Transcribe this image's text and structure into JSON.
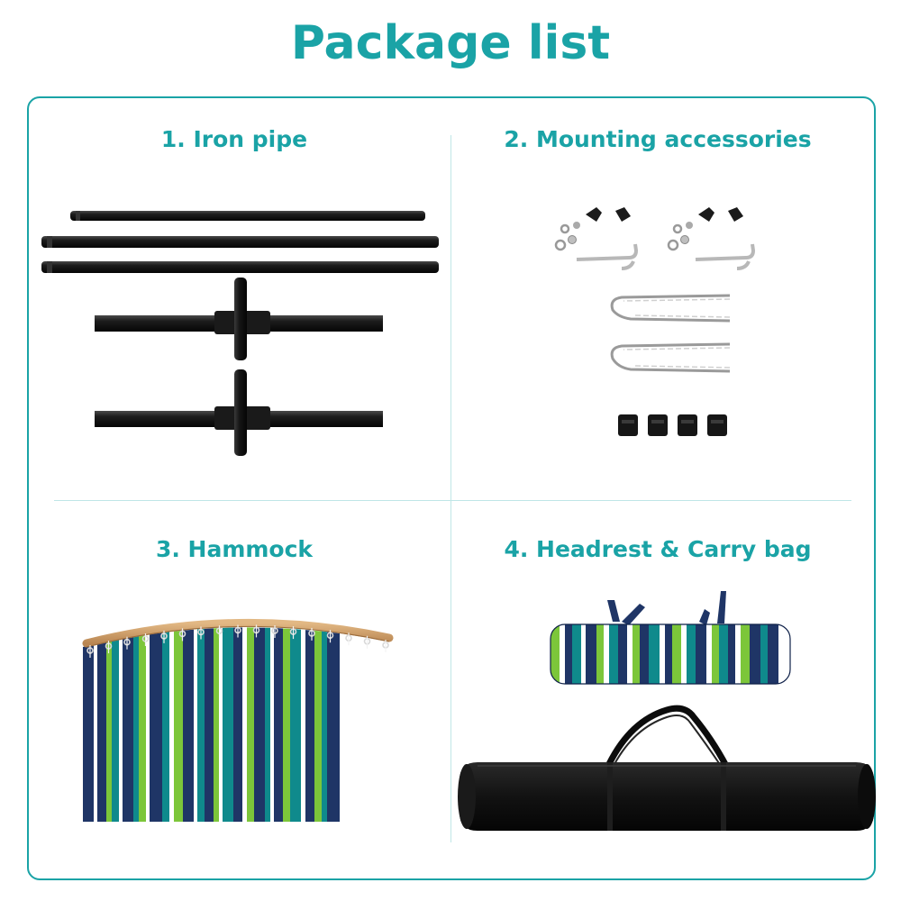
{
  "page": {
    "title": "Package list"
  },
  "sections": [
    {
      "label": "1. Iron pipe"
    },
    {
      "label": "2. Mounting accessories"
    },
    {
      "label": "3. Hammock"
    },
    {
      "label": "4. Headrest & Carry bag"
    }
  ],
  "colors": {
    "accent": "#1aa3a6",
    "navy": "#1f3566",
    "teal": "#0f8a8c",
    "green": "#7cc63a",
    "white": "#ffffff",
    "black": "#111111"
  }
}
